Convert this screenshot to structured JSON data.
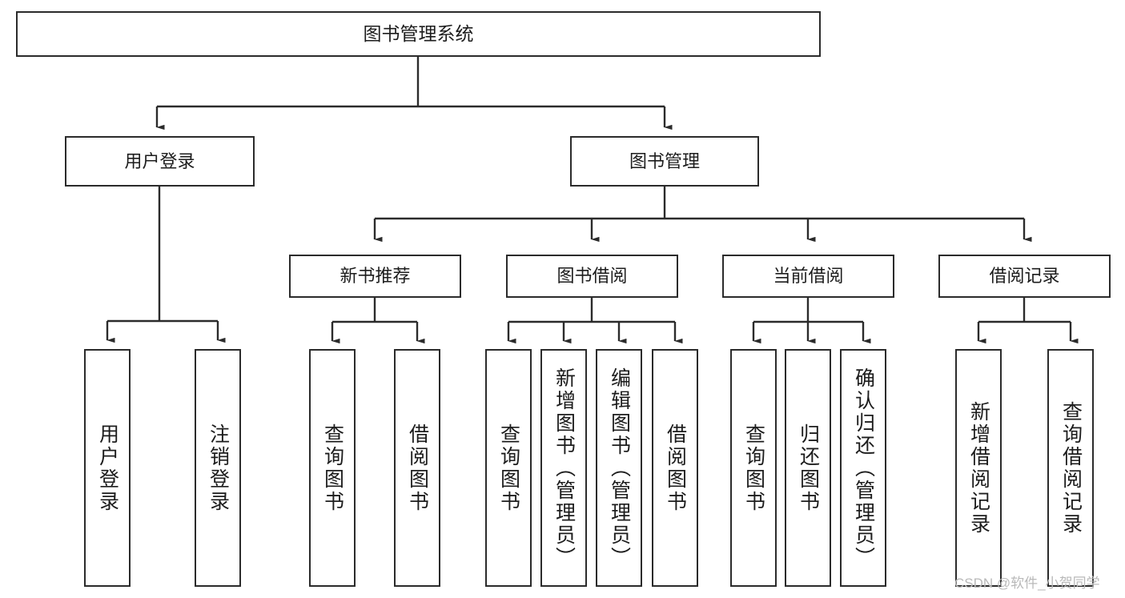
{
  "diagram": {
    "title": "图书管理系统",
    "type": "tree",
    "orientation": "top-down",
    "colors": {
      "box_border": "#2b2b2b",
      "box_fill": "#ffffff",
      "connector": "#2b2b2b",
      "text": "#1c1c1c",
      "watermark": "#b9b9b9",
      "background": "#ffffff"
    },
    "root": {
      "label": "图书管理系统"
    },
    "level2": [
      {
        "label": "用户登录"
      },
      {
        "label": "图书管理"
      }
    ],
    "level3": [
      {
        "label": "新书推荐"
      },
      {
        "label": "图书借阅"
      },
      {
        "label": "当前借阅"
      },
      {
        "label": "借阅记录"
      }
    ],
    "leaves": {
      "user_login": [
        {
          "label": "用户登录"
        },
        {
          "label": "注销登录"
        }
      ],
      "new_book_recommend": [
        {
          "label": "查询图书"
        },
        {
          "label": "借阅图书"
        }
      ],
      "book_borrow": [
        {
          "label": "查询图书"
        },
        {
          "label": "新增图书（管理员）"
        },
        {
          "label": "编辑图书（管理员）"
        },
        {
          "label": "借阅图书"
        }
      ],
      "current_borrow": [
        {
          "label": "查询图书"
        },
        {
          "label": "归还图书"
        },
        {
          "label": "确认归还（管理员）"
        }
      ],
      "borrow_record": [
        {
          "label": "新增借阅记录"
        },
        {
          "label": "查询借阅记录"
        }
      ]
    }
  },
  "watermark": {
    "text": "CSDN @软件_小贺同学"
  }
}
